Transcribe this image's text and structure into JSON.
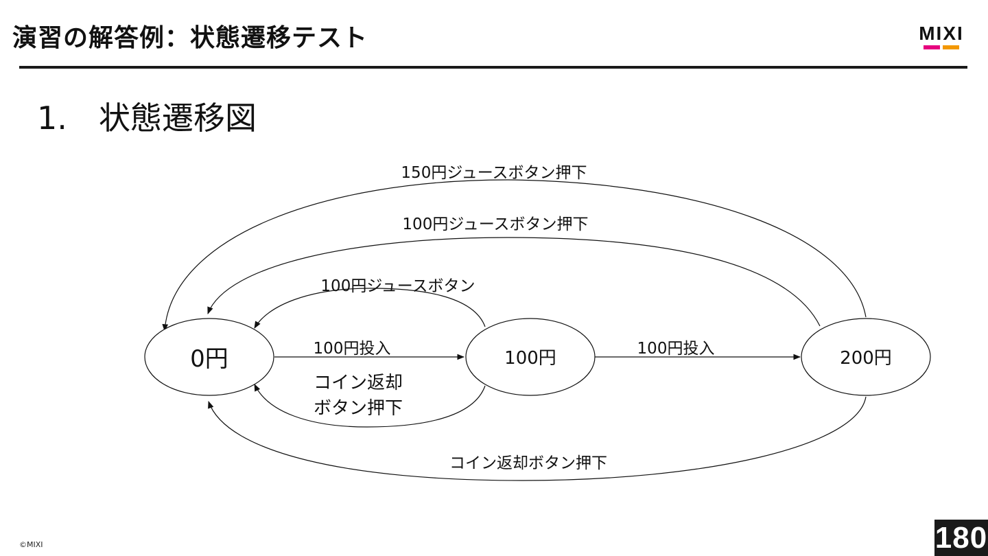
{
  "header": {
    "title": "演習の解答例：状態遷移テスト",
    "logo_text": "MIXI",
    "logo_colors": [
      "#e6007e",
      "#f39800"
    ]
  },
  "section": {
    "number": "1.",
    "heading": "状態遷移図"
  },
  "diagram": {
    "states": [
      {
        "id": "s0",
        "label": "0円"
      },
      {
        "id": "s100",
        "label": "100円"
      },
      {
        "id": "s200",
        "label": "200円"
      }
    ],
    "transitions": [
      {
        "id": "t1",
        "from": "s0",
        "to": "s100",
        "label": "100円投入"
      },
      {
        "id": "t2",
        "from": "s100",
        "to": "s200",
        "label": "100円投入"
      },
      {
        "id": "t3",
        "from": "s100",
        "to": "s0",
        "label": "100円ジュースボタン"
      },
      {
        "id": "t4",
        "from": "s100",
        "to": "s0",
        "label_lines": [
          "コイン返却",
          "ボタン押下"
        ]
      },
      {
        "id": "t5",
        "from": "s200",
        "to": "s0",
        "label": "150円ジュースボタン押下"
      },
      {
        "id": "t6",
        "from": "s200",
        "to": "s0",
        "label": "100円ジュースボタン押下"
      },
      {
        "id": "t7",
        "from": "s200",
        "to": "s0",
        "label": "コイン返却ボタン押下"
      }
    ]
  },
  "footer": {
    "copyright": "©MIXI",
    "page_number": "180"
  }
}
